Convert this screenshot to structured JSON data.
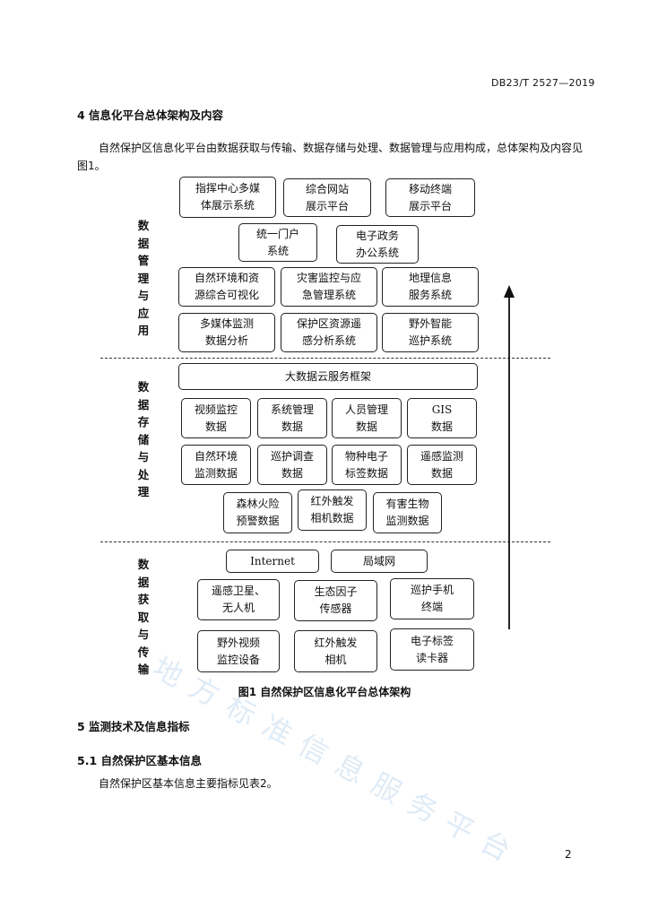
{
  "header": {
    "doc_id": "DB23/T 2527—2019"
  },
  "section4": {
    "title": "4   信息化平台总体架构及内容",
    "paragraph": "自然保护区信息化平台由数据获取与传输、数据存储与处理、数据管理与应用构成，总体架构及内容见图1。"
  },
  "diagram": {
    "layers": [
      {
        "label": "数据管理与应用",
        "boxes": [
          "指挥中心多媒\n体展示系统",
          "综合网站\n展示平台",
          "移动终端\n展示平台",
          "统一门户\n系统",
          "电子政务\n办公系统",
          "自然环境和资\n源综合可视化",
          "灾害监控与应\n急管理系统",
          "地理信息\n服务系统",
          "多媒体监测\n数据分析",
          "保护区资源遥\n感分析系统",
          "野外智能\n巡护系统"
        ]
      },
      {
        "label": "数据存储与处理",
        "boxes": [
          "大数据云服务框架",
          "视频监控\n数据",
          "系统管理\n数据",
          "人员管理\n数据",
          "GIS\n数据",
          "自然环境\n监测数据",
          "巡护调查\n数据",
          "物种电子\n标签数据",
          "遥感监测\n数据",
          "森林火险\n预警数据",
          "红外触发\n相机数据",
          "有害生物\n监测数据"
        ]
      },
      {
        "label": "数据获取与传输",
        "boxes": [
          "Internet",
          "局域网",
          "遥感卫星、\n无人机",
          "生态因子\n传感器",
          "巡护手机\n终端",
          "野外视频\n监控设备",
          "红外触发\n相机",
          "电子标签\n读卡器"
        ]
      }
    ],
    "caption": "图1  自然保护区信息化平台总体架构"
  },
  "watermark": "地方标准信息服务平台",
  "section5": {
    "title": "5   监测技术及信息指标"
  },
  "section51": {
    "title": "5.1   自然保护区基本信息",
    "paragraph": "自然保护区基本信息主要指标见表2。"
  },
  "page_number": "2"
}
